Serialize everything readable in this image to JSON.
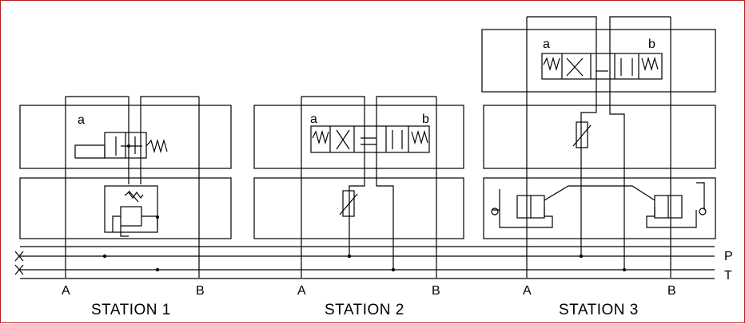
{
  "colors": {
    "border": "#b02020",
    "line": "#000000",
    "background": "#ffffff"
  },
  "rails": {
    "pressure_label": "P",
    "tank_label": "T"
  },
  "stations": [
    {
      "name": "STATION 1",
      "port_a": "A",
      "port_b": "B",
      "solenoid_a": "a"
    },
    {
      "name": "STATION 2",
      "port_a": "A",
      "port_b": "B",
      "solenoid_a": "a",
      "solenoid_b": "b"
    },
    {
      "name": "STATION 3",
      "port_a": "A",
      "port_b": "B",
      "solenoid_a": "a",
      "solenoid_b": "b"
    }
  ]
}
